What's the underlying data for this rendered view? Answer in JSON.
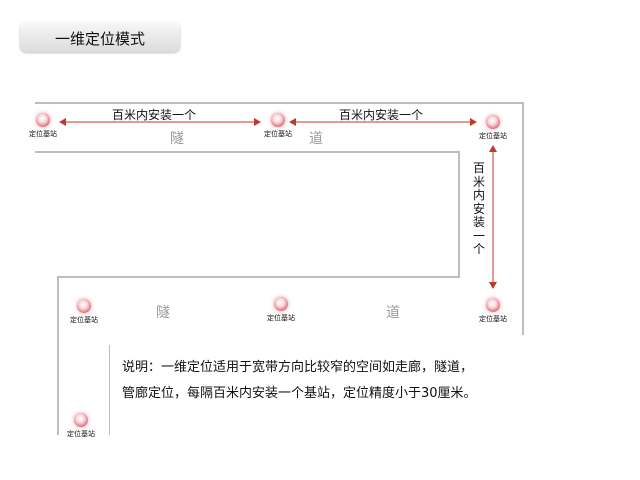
{
  "title": "一维定位模式",
  "station_label": "定位基站",
  "distance_label": "百米内安装一个",
  "tunnel_char_1": "隧",
  "tunnel_char_2": "道",
  "description_line_1": "说明：一维定位适用于宽带方向比较窄的空间如走廊，隧道，",
  "description_line_2": "管廊定位，每隔百米内安装一个基站，定位精度小于30厘米。",
  "colors": {
    "station": "#e37583",
    "arrow": "#c0392b",
    "tunnel_line": "#bdbdbd"
  }
}
